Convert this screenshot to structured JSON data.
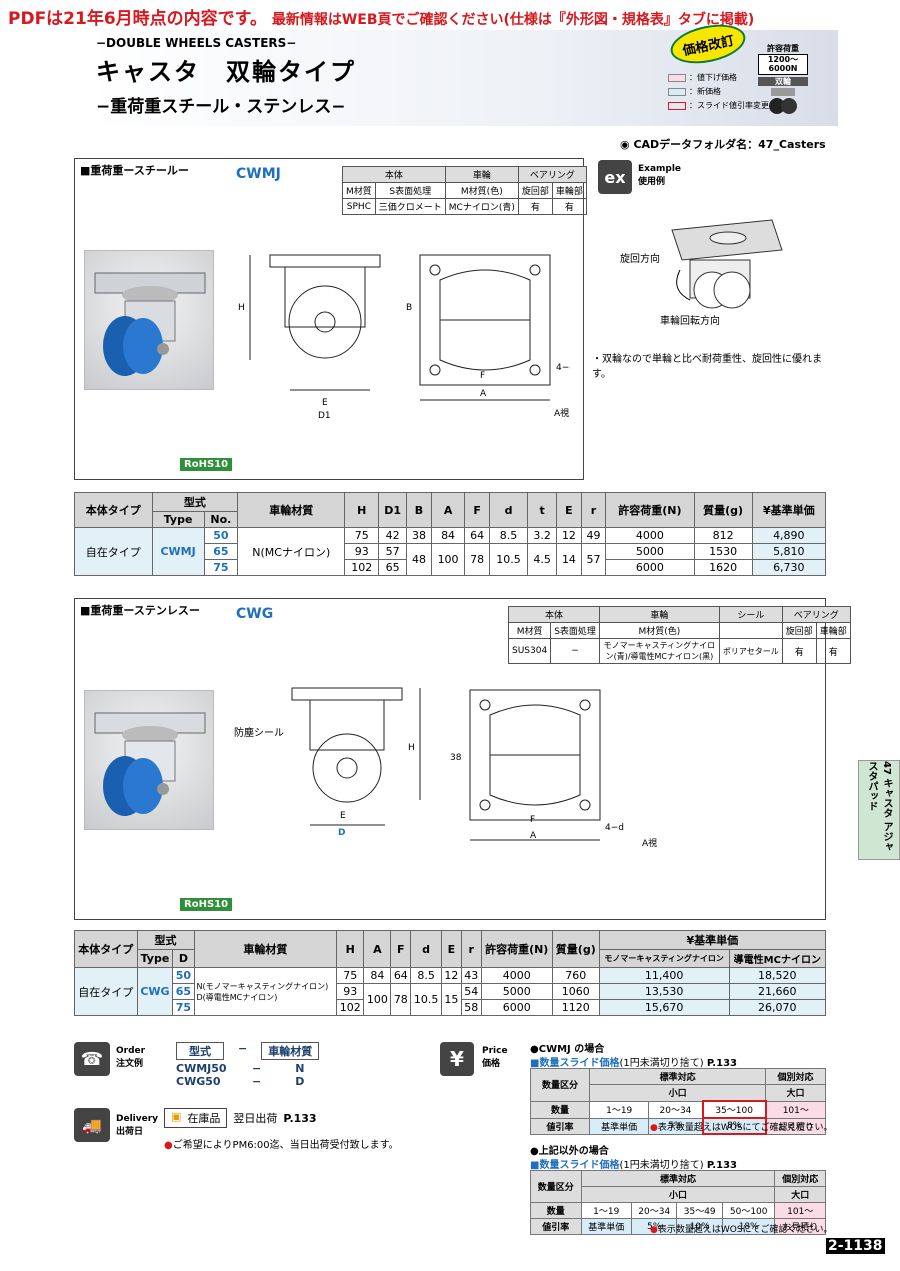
{
  "notice": {
    "big": "PDFは21年6月時点の内容です。",
    "rest": "最新情報はWEB頁でご確認ください(仕様は『外形図・規格表』タブに掲載)"
  },
  "header": {
    "subtitle": "−DOUBLE WHEELS CASTERS−",
    "title": "キャスタ　双輪タイプ",
    "title2": "−重荷重スチール・ステンレス−",
    "badge": "価格改訂",
    "legend": [
      "：値下げ価格",
      "：新価格",
      "：スライド値引率変更"
    ],
    "load_label": "許容荷重",
    "load_value": "1200〜6000N",
    "load_tag": "双輪"
  },
  "cad": "CADデータフォルダ名：47_Casters",
  "example": {
    "label": "Example",
    "label_jp": "使用例",
    "turn": "旋回方向",
    "rot": "車輪回転方向",
    "note": "・双輪なので単輪と比べ耐荷重性、旋回性に優れます。"
  },
  "cwmj": {
    "heading": "■重荷重ースチールー",
    "code": "CWMJ",
    "spec_head": [
      "本体",
      "車輪",
      "ベアリング"
    ],
    "spec_sub": [
      "M材質",
      "S表面処理",
      "M材質(色)",
      "旋回部",
      "車輪部"
    ],
    "spec_row": [
      "SPHC",
      "三価クロメート",
      "MCナイロン(青)",
      "有",
      "有"
    ],
    "rohs": "RoHS10",
    "view": "A視"
  },
  "cwmj_table": {
    "headers": [
      "本体タイプ",
      "型式",
      "Type",
      "No.",
      "車輪材質",
      "H",
      "D1",
      "B",
      "A",
      "F",
      "d",
      "t",
      "E",
      "r",
      "許容荷重(N)",
      "質量(g)",
      "¥基準単価"
    ],
    "body_type": "自在タイプ",
    "type": "CWMJ",
    "material": "N(MCナイロン)",
    "rows": [
      [
        "50",
        "75",
        "42",
        "38",
        "84",
        "64",
        "8.5",
        "3.2",
        "12",
        "49",
        "4000",
        "812",
        "4,890"
      ],
      [
        "65",
        "93",
        "57",
        "",
        "",
        "",
        "",
        "",
        "",
        "",
        "5000",
        "1530",
        "5,810"
      ],
      [
        "75",
        "102",
        "65",
        "48",
        "100",
        "78",
        "10.5",
        "4.5",
        "14",
        "57",
        "6000",
        "1620",
        "6,730"
      ]
    ]
  },
  "cwg": {
    "heading": "■重荷重ーステンレスー",
    "code": "CWG",
    "spec_head": [
      "本体",
      "車輪",
      "シール",
      "ベアリング"
    ],
    "spec_sub": [
      "M材質",
      "S表面処理",
      "M材質(色)",
      "",
      "旋回部",
      "車輪部"
    ],
    "spec_row": [
      "SUS304",
      "−",
      "モノマーキャスティングナイロン(青)/導電性MCナイロン(黒)",
      "ポリアセタール",
      "有",
      "有"
    ],
    "rohs": "RoHS10",
    "dust": "防塵シール",
    "view": "A視"
  },
  "cwg_table": {
    "headers": [
      "本体タイプ",
      "型式",
      "Type",
      "D",
      "車輪材質",
      "H",
      "A",
      "F",
      "d",
      "E",
      "r",
      "許容荷重(N)",
      "質量(g)",
      "¥基準単価",
      "モノマーキャスティングナイロン",
      "導電性MCナイロン"
    ],
    "body_type": "自在タイプ",
    "type": "CWG",
    "material1": "N(モノマーキャスティングナイロン)",
    "material2": "D(導電性MCナイロン)",
    "rows": [
      [
        "50",
        "75",
        "84",
        "64",
        "8.5",
        "12",
        "43",
        "4000",
        "760",
        "11,400",
        "18,520"
      ],
      [
        "65",
        "93",
        "100",
        "78",
        "10.5",
        "15",
        "54",
        "5000",
        "1060",
        "13,530",
        "21,660"
      ],
      [
        "75",
        "102",
        "",
        "",
        "",
        "",
        "58",
        "6000",
        "1120",
        "15,670",
        "26,070"
      ]
    ]
  },
  "order": {
    "label": "Order",
    "label_jp": "注文例",
    "h1": "型式",
    "h2": "車輪材質",
    "r1a": "CWMJ50",
    "r1b": "N",
    "r2a": "CWG50",
    "r2b": "D",
    "dash": "−"
  },
  "delivery": {
    "label": "Delivery",
    "label_jp": "出荷日",
    "stock": "在庫品",
    "ship": "翌日出荷",
    "page": "P.133",
    "note": "ご希望によりPM6:00迄、当日出荷受付致します。"
  },
  "price": {
    "label": "Price",
    "label_jp": "価格",
    "c1": "●CWMJ の場合",
    "slide": "■数量スライド価格",
    "round": "(1円未満切り捨て)",
    "page": "P.133",
    "qty": "数量区分",
    "std": "標準対応",
    "small": "小口",
    "indiv": "個別対応",
    "big": "大口",
    "qtyl": "数量",
    "disc": "値引率",
    "t1q": [
      "1〜19",
      "20〜34",
      "35〜100",
      "101〜"
    ],
    "t1d": [
      "基準単価",
      "5%",
      "8%",
      "お見積り"
    ],
    "note": "表示数量超えはWOSにてご確認ください。",
    "c2": "●上記以外の場合",
    "t2q": [
      "1〜19",
      "20〜34",
      "35〜49",
      "50〜100",
      "101〜"
    ],
    "t2d": [
      "基準単価",
      "5%",
      "10%",
      "18%",
      "お見積り"
    ]
  },
  "side": "47 キャスタ アジャスタパッド",
  "page": "2-1138"
}
